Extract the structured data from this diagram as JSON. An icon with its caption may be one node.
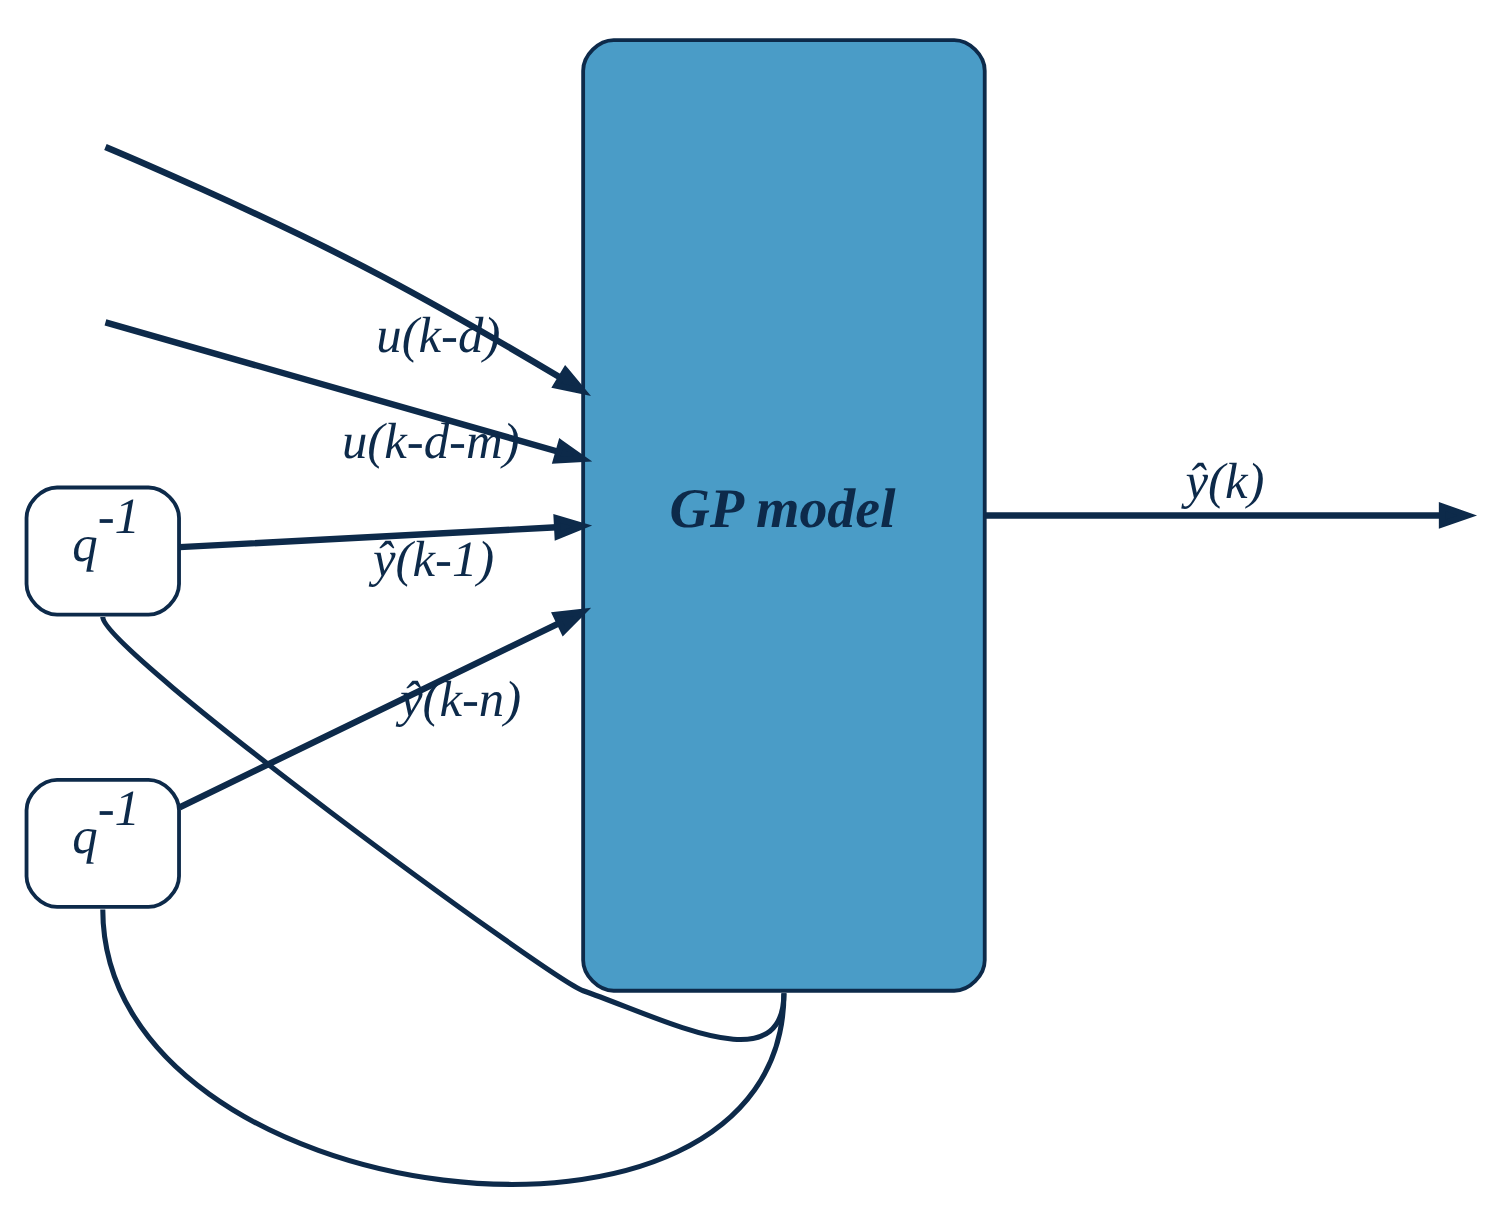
{
  "diagram": {
    "nodes": [
      {
        "text": [
          "GP model"
        ]
      },
      {
        "text": [
          "q$^{-1}$"
        ]
      },
      {
        "text": [
          "q$^{-1}$"
        ]
      }
    ],
    "edges": [
      {
        "from": null,
        "to": 0,
        "arrow": "to",
        "label": "u(k-d)"
      },
      {
        "from": null,
        "to": 0,
        "arrow": "to",
        "label": "u(k-d-m)"
      },
      {
        "from": 1,
        "to": 0,
        "arrow": "to",
        "label": "ŷ(k-1)"
      },
      {
        "from": 2,
        "to": 0,
        "arrow": "to",
        "label": "ŷ(k-n)"
      },
      {
        "from": 0,
        "to": null,
        "arrow": "to",
        "label": "ŷ(k)"
      },
      {
        "from": 0,
        "to": 1,
        "arrow": "none"
      },
      {
        "from": 0,
        "to": 2,
        "arrow": "none"
      }
    ]
  }
}
